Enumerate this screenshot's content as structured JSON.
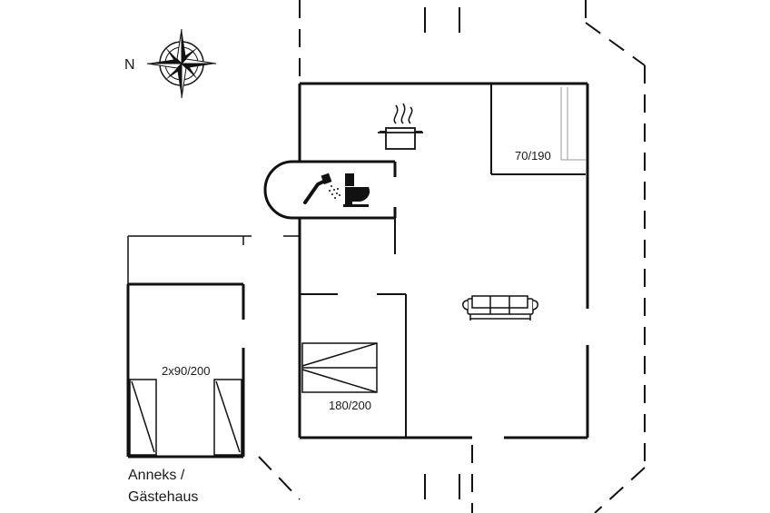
{
  "compass": {
    "north_label": "N"
  },
  "beds": {
    "single_loft": "70/190",
    "double": "180/200",
    "annex_twin": "2x90/200"
  },
  "annex": {
    "line1": "Anneks /",
    "line2": "Gästehaus"
  },
  "icons": {
    "compass": "compass-rose-icon",
    "kitchen": "cooking-pot-icon",
    "shower": "shower-icon",
    "toilet": "toilet-icon",
    "sofa": "sofa-icon"
  }
}
